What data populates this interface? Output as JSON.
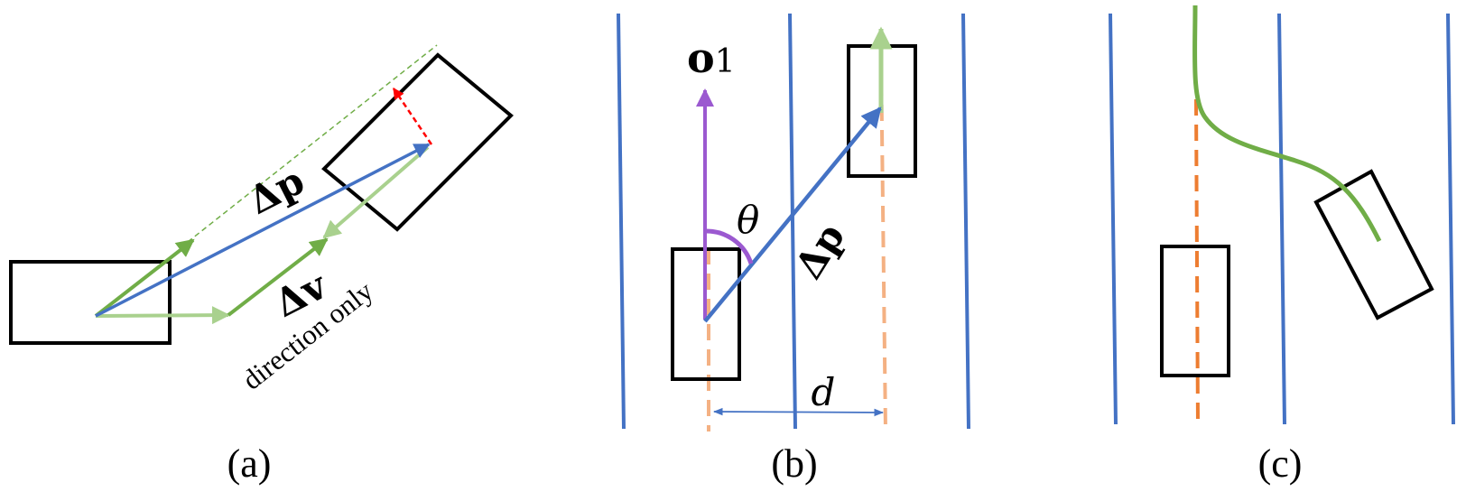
{
  "panels": {
    "a": {
      "caption": "(a)",
      "labels": {
        "delta_p": "Δp",
        "delta_v": "Δv",
        "direction_note": "direction only"
      }
    },
    "b": {
      "caption": "(b)",
      "labels": {
        "o1_main": "o",
        "o1_sub": "1",
        "theta": "θ",
        "delta_p": "Δp",
        "d": "d"
      }
    },
    "c": {
      "caption": "(c)"
    }
  },
  "colors": {
    "vehicle_outline": "#000000",
    "lane_line": "#4472c4",
    "relative_position": "#4472c4",
    "velocity": "#70ad47",
    "velocity_light": "#a9d18e",
    "perpendicular": "#ff0000",
    "orientation": "#9b59d0",
    "centerline": "#f4b183",
    "centerline_dark": "#ed7d31",
    "trajectory": "#70ad47"
  }
}
